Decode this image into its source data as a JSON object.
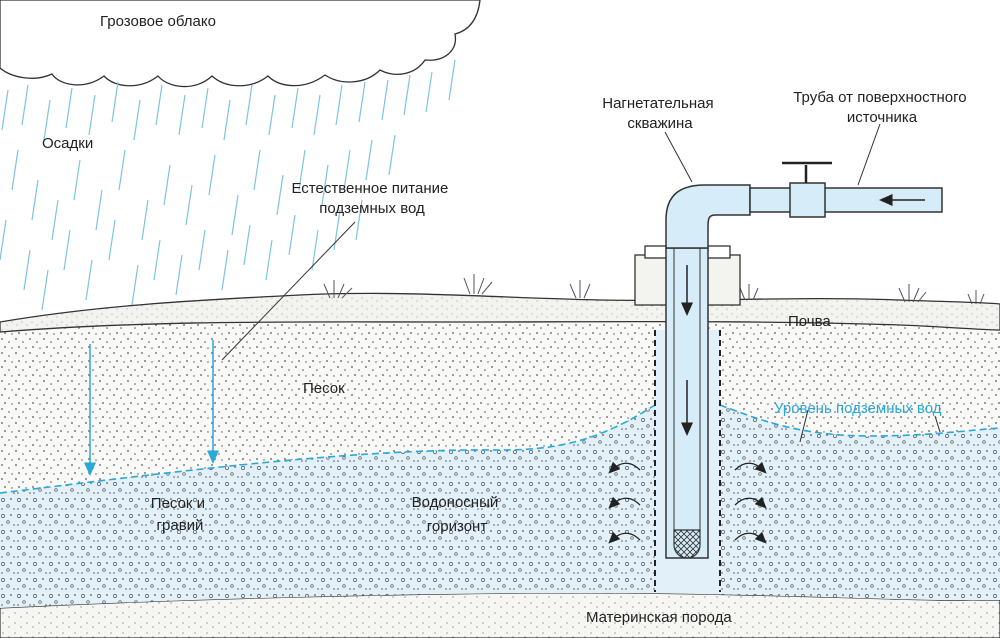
{
  "labels": {
    "cloud": "Грозовое облако",
    "precipitation": "Осадки",
    "recharge_line1": "Естественное питание",
    "recharge_line2": "подземных вод",
    "injection_line1": "Нагнетательная",
    "injection_line2": "скважина",
    "pipe_line1": "Труба от поверхностного",
    "pipe_line2": "источника",
    "soil": "Почва",
    "sand": "Песок",
    "water_table": "Уровень подземных вод",
    "sand_gravel_line1": "Песок и",
    "sand_gravel_line2": "гравий",
    "aquifer_line1": "Водоносный",
    "aquifer_line2": "горизонт",
    "bedrock": "Материнская порода"
  },
  "colors": {
    "outline": "#333333",
    "water": "#e2f1f9",
    "water_accent": "#2aa8d8",
    "soil": "#f3f3ef",
    "sand": "#f9f9f7",
    "pipe": "#d6ecf8",
    "rain": "#7ec3e4"
  }
}
